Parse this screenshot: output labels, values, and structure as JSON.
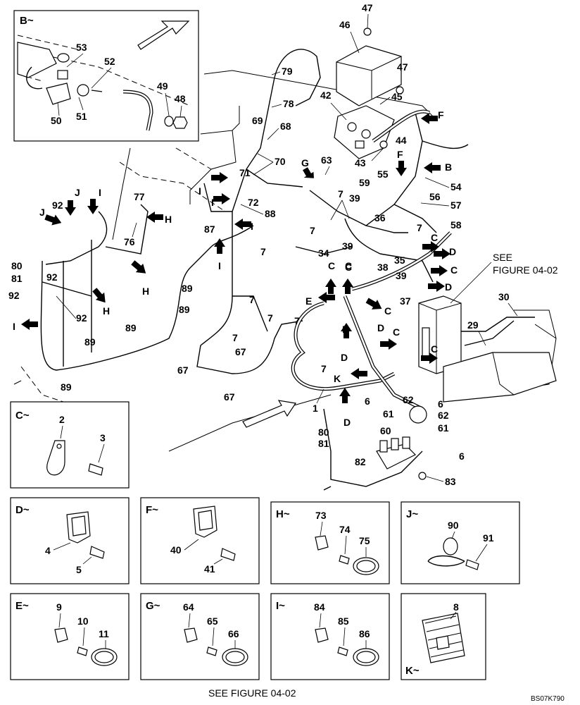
{
  "figure_id": "BS07K790",
  "see_figure_top": "SEE\nFIGURE 04-02",
  "see_figure_top_line1": "SEE",
  "see_figure_top_line2": "FIGURE 04-02",
  "see_figure_bottom": "SEE FIGURE 04-02",
  "insets": {
    "B": {
      "title": "B~",
      "parts": [
        "53",
        "52",
        "49",
        "48",
        "50",
        "51"
      ]
    },
    "C": {
      "title": "C~",
      "parts": [
        "2",
        "3"
      ]
    },
    "D": {
      "title": "D~",
      "parts": [
        "4",
        "5"
      ]
    },
    "F": {
      "title": "F~",
      "parts": [
        "40",
        "41"
      ]
    },
    "H": {
      "title": "H~",
      "parts": [
        "73",
        "74",
        "75"
      ]
    },
    "J": {
      "title": "J~",
      "parts": [
        "90",
        "91"
      ]
    },
    "E": {
      "title": "E~",
      "parts": [
        "9",
        "10",
        "11"
      ]
    },
    "G": {
      "title": "G~",
      "parts": [
        "64",
        "65",
        "66"
      ]
    },
    "I": {
      "title": "I~",
      "parts": [
        "84",
        "85",
        "86"
      ]
    },
    "K": {
      "title": "K~",
      "parts": [
        "8"
      ]
    }
  },
  "callouts": [
    "1",
    "6",
    "7",
    "9",
    "10",
    "11",
    "29",
    "30",
    "34",
    "35",
    "36",
    "37",
    "38",
    "39",
    "42",
    "43",
    "44",
    "45",
    "46",
    "47",
    "54",
    "55",
    "56",
    "57",
    "58",
    "59",
    "60",
    "61",
    "62",
    "63",
    "67",
    "68",
    "69",
    "70",
    "71",
    "72",
    "76",
    "77",
    "78",
    "79",
    "80",
    "81",
    "82",
    "83",
    "87",
    "88",
    "89",
    "92"
  ],
  "arrow_letters": [
    "B",
    "C",
    "D",
    "E",
    "F",
    "G",
    "H",
    "I",
    "J",
    "K"
  ],
  "labels": {
    "p1": "1",
    "p6": "6",
    "p7": "7",
    "p29": "29",
    "p30": "30",
    "p34": "34",
    "p35": "35",
    "p36": "36",
    "p37": "37",
    "p38": "38",
    "p39": "39",
    "p42": "42",
    "p43": "43",
    "p44": "44",
    "p45": "45",
    "p46": "46",
    "p47": "47",
    "p54": "54",
    "p55": "55",
    "p56": "56",
    "p57": "57",
    "p58": "58",
    "p59": "59",
    "p60": "60",
    "p61": "61",
    "p62": "62",
    "p63": "63",
    "p67": "67",
    "p68": "68",
    "p69": "69",
    "p70": "70",
    "p71": "71",
    "p72": "72",
    "p76": "76",
    "p77": "77",
    "p78": "78",
    "p79": "79",
    "p80": "80",
    "p81": "81",
    "p82": "82",
    "p83": "83",
    "p87": "87",
    "p88": "88",
    "p89": "89",
    "p92": "92",
    "p2": "2",
    "p3": "3",
    "p4": "4",
    "p5": "5",
    "p40": "40",
    "p41": "41",
    "p73": "73",
    "p74": "74",
    "p75": "75",
    "p90": "90",
    "p91": "91",
    "p9": "9",
    "p10": "10",
    "p11": "11",
    "p64": "64",
    "p65": "65",
    "p66": "66",
    "p84": "84",
    "p85": "85",
    "p86": "86",
    "p8": "8",
    "p48": "48",
    "p49": "49",
    "p50": "50",
    "p51": "51",
    "p52": "52",
    "p53": "53",
    "lB": "B",
    "lC": "C",
    "lD": "D",
    "lE": "E",
    "lF": "F",
    "lG": "G",
    "lH": "H",
    "lI": "I",
    "lJ": "J",
    "lK": "K"
  }
}
